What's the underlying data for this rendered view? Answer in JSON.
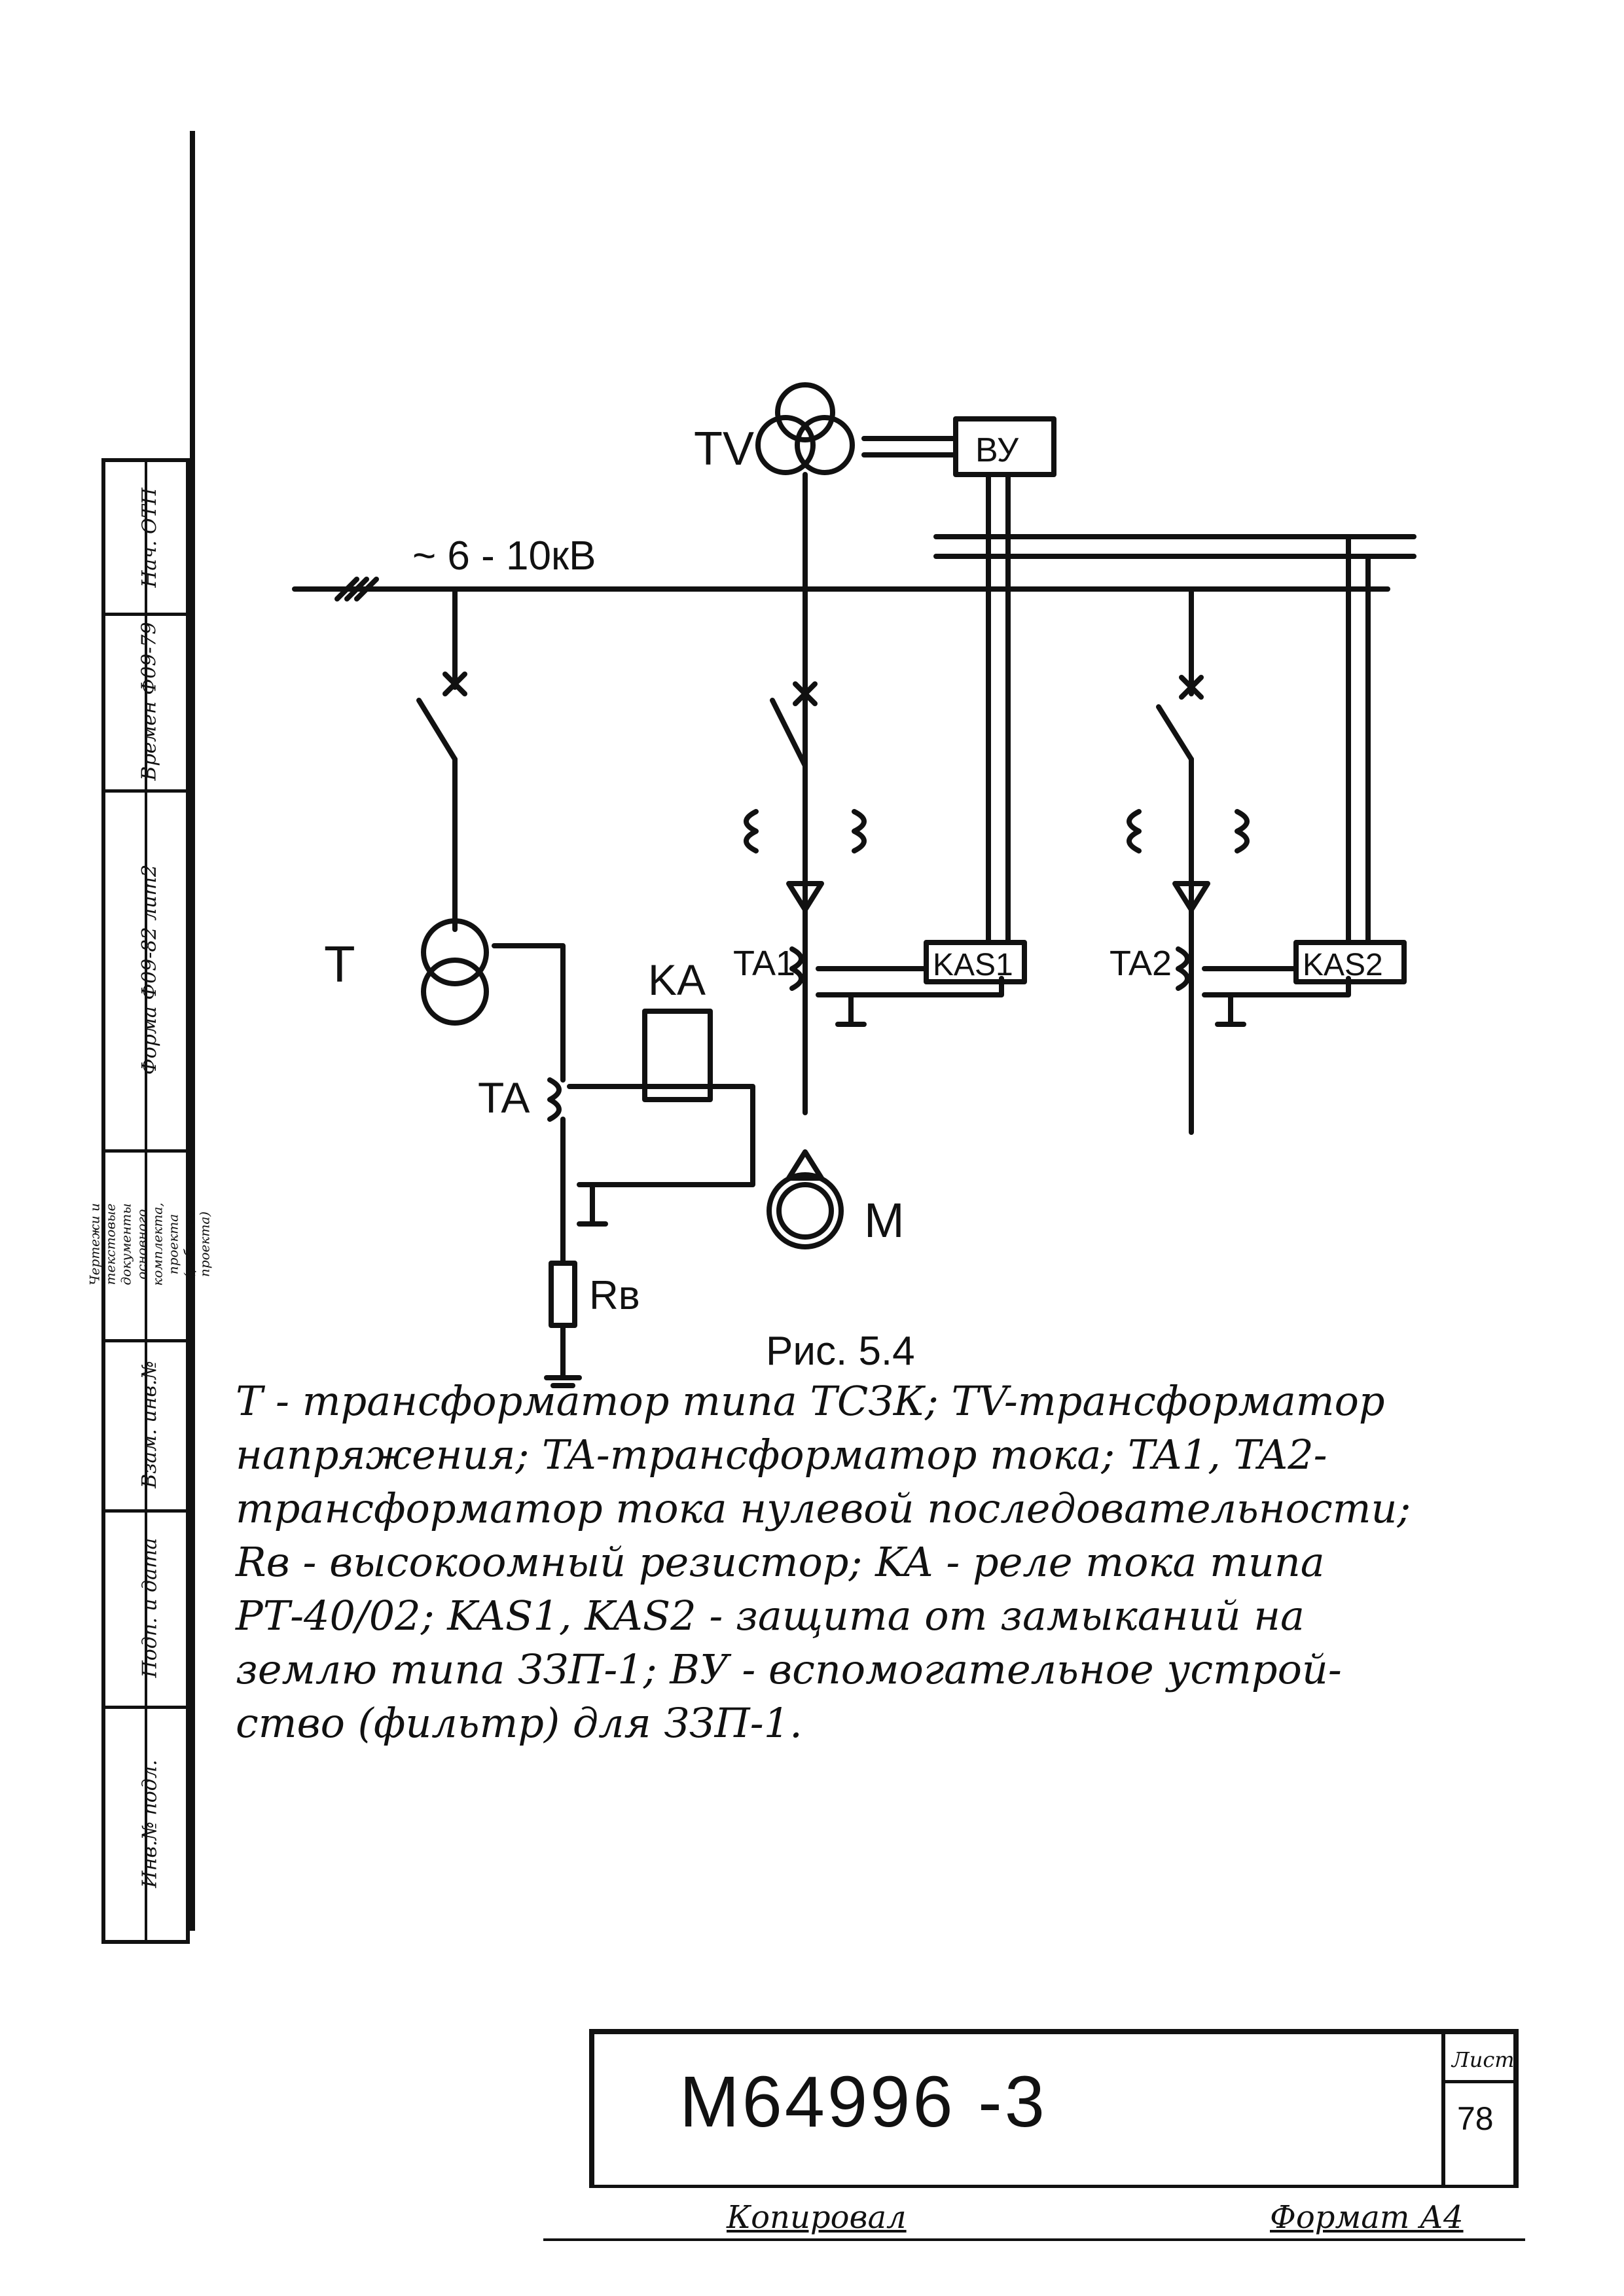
{
  "stamp": {
    "cells": [
      "Инв.№ подл.",
      "Подп. и дата",
      "Взам. инв.№",
      "Чертежи и текстовые документы основного комплекта, проекта (рабочего проекта)",
      "Форма Ф09-82 лит2",
      "Времен Ф09-79",
      "Нач. ОТП"
    ]
  },
  "diagram": {
    "voltage": "~ 6 - 10кВ",
    "labels": {
      "TV": "TV",
      "BU": "ВУ",
      "T": "T",
      "KA": "KA",
      "TA": "TA",
      "TA1": "TA1",
      "TA2": "TA2",
      "KAS1": "KAS1",
      "KAS2": "KAS2",
      "Rv": "Rв",
      "M": "M"
    },
    "figure": "Рис. 5.4"
  },
  "caption": {
    "lines": [
      "T - трансформатор типа ТСЗК; TV-трансформатор",
      "напряжения; TA-трансформатор тока; TA1, TA2-",
      "трансформатор тока нулевой последовательности;",
      "Rв - высокоомный резистор; KA - реле тока типа",
      "РТ-40/02; KAS1, KAS2 - защита от замыканий на",
      "землю типа ЗЗП-1; ВУ - вспомогательное устрой-",
      "ство (фильтр) для ЗЗП-1."
    ]
  },
  "title_block": {
    "doc_number": "М64996 -3",
    "sheet_label": "Лист",
    "sheet_number": "78"
  },
  "footer": {
    "copied": "Копировал",
    "format": "Формат А4"
  }
}
